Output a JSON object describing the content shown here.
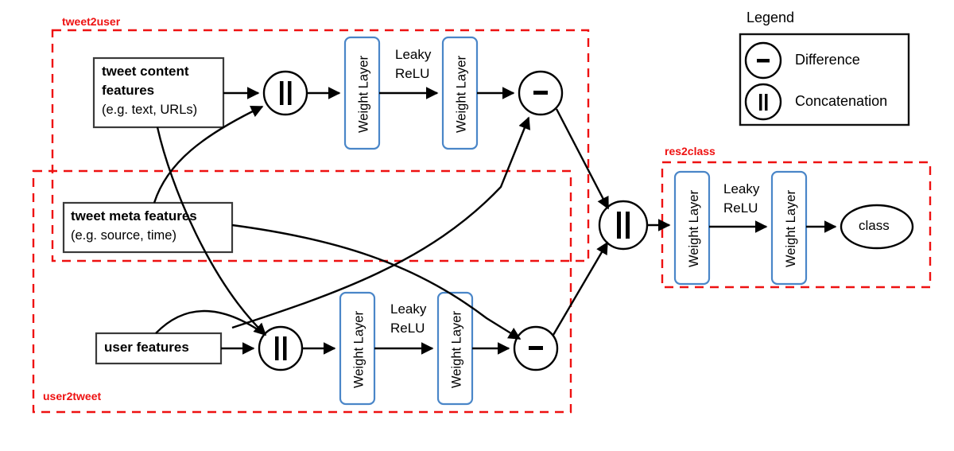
{
  "figure": {
    "type": "neural-network-architecture-diagram",
    "background": "#ffffff",
    "accent_red": "#ee1111",
    "accent_blue": "#4a86c8",
    "line_color": "#000000"
  },
  "groups": [
    {
      "id": "tweet2user",
      "label": "tweet2user"
    },
    {
      "id": "user2tweet",
      "label": "user2tweet"
    },
    {
      "id": "res2class",
      "label": "res2class"
    }
  ],
  "inputs": {
    "tweet_content": {
      "line1": "tweet content",
      "line2": "features",
      "line3": "(e.g. text, URLs)"
    },
    "tweet_meta": {
      "line1": "tweet meta features",
      "line2": "(e.g. source, time)"
    },
    "user_features": {
      "line1": "user features"
    }
  },
  "layers": {
    "weight_layer_label": "Weight Layer",
    "activation_line1": "Leaky",
    "activation_line2": "ReLU"
  },
  "operators": {
    "concat_glyph": "||",
    "difference_glyph": "-"
  },
  "output": {
    "class_label": "class"
  },
  "legend": {
    "title": "Legend",
    "items": [
      {
        "symbol": "-",
        "label": "Difference",
        "icon": "minus-circle-icon"
      },
      {
        "symbol": "||",
        "label": "Concatenation",
        "icon": "concat-circle-icon"
      }
    ]
  }
}
